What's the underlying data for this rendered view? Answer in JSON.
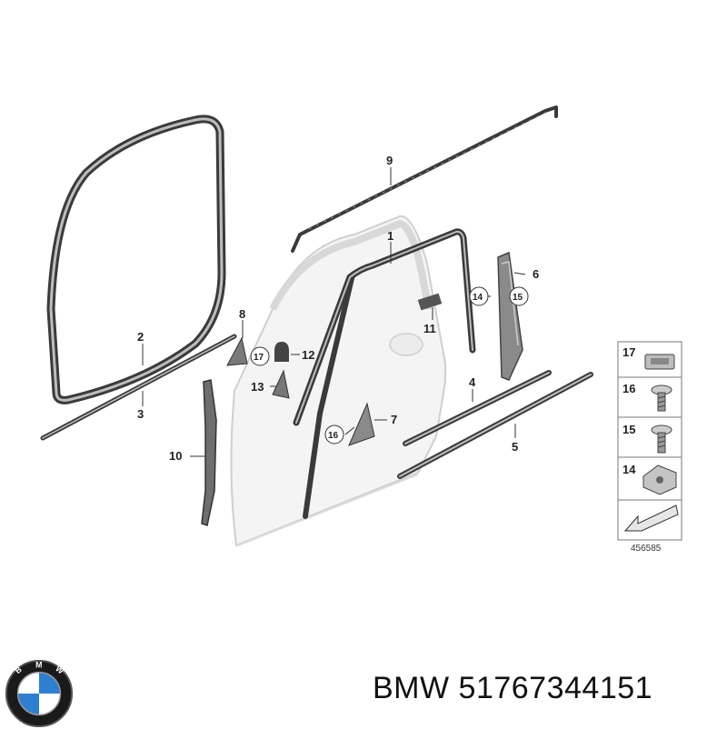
{
  "brand": "BMW",
  "part_number": "51767344151",
  "logo_letters": "BMW",
  "diagram": {
    "reference_number": "456585",
    "callouts": [
      "1",
      "2",
      "3",
      "4",
      "5",
      "6",
      "7",
      "8",
      "9",
      "10",
      "11",
      "12",
      "13"
    ],
    "circled_callouts": [
      "14",
      "15",
      "16",
      "17"
    ],
    "legend": [
      {
        "number": "17",
        "icon": "clip-icon"
      },
      {
        "number": "16",
        "icon": "screw-icon"
      },
      {
        "number": "15",
        "icon": "screw-icon"
      },
      {
        "number": "14",
        "icon": "nut-clip-icon"
      },
      {
        "number": "",
        "icon": "arrow-icon"
      }
    ]
  }
}
